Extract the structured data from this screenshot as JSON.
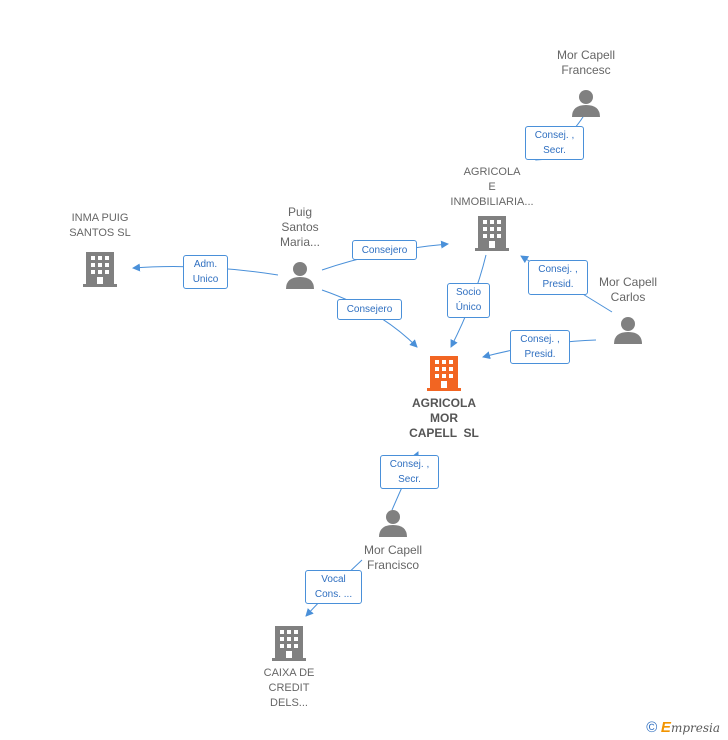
{
  "nodes": {
    "inma": {
      "lines": [
        "INMA PUIG",
        "SANTOS SL"
      ],
      "kind": "company"
    },
    "puig": {
      "lines": [
        "Puig",
        "Santos",
        "Maria..."
      ],
      "kind": "person"
    },
    "agr_inmob": {
      "lines": [
        "AGRICOLA",
        "E",
        "INMOBILIARIA..."
      ],
      "kind": "company"
    },
    "francesc": {
      "lines": [
        "Mor Capell",
        "Francesc"
      ],
      "kind": "person"
    },
    "carlos": {
      "lines": [
        "Mor Capell",
        "Carlos"
      ],
      "kind": "person"
    },
    "main": {
      "lines": [
        "AGRICOLA",
        "MOR",
        "CAPELL  SL"
      ],
      "kind": "company-main"
    },
    "francisco": {
      "lines": [
        "Mor Capell",
        "Francisco"
      ],
      "kind": "person"
    },
    "caixa": {
      "lines": [
        "CAIXA DE",
        "CREDIT",
        "DELS..."
      ],
      "kind": "company"
    }
  },
  "edges": {
    "adm_unico": [
      "Adm.",
      "Unico"
    ],
    "consejero_1": [
      "Consejero"
    ],
    "consejero_2": [
      "Consejero"
    ],
    "socio_unico": [
      "Socio",
      "Único"
    ],
    "consej_secr_top": [
      "Consej. ,",
      "Secr."
    ],
    "consej_presid_1": [
      "Consej. ,",
      "Presid."
    ],
    "consej_presid_2": [
      "Consej. ,",
      "Presid."
    ],
    "consej_secr_bottom": [
      "Consej. ,",
      "Secr."
    ],
    "vocal": [
      "Vocal",
      "Cons. ..."
    ]
  },
  "footer": {
    "copyright": "©",
    "brand_e": "E",
    "brand_rest": "mpresia"
  },
  "colors": {
    "edge": "#4a90d9",
    "icon": "#808080",
    "main_icon": "#f26522"
  }
}
